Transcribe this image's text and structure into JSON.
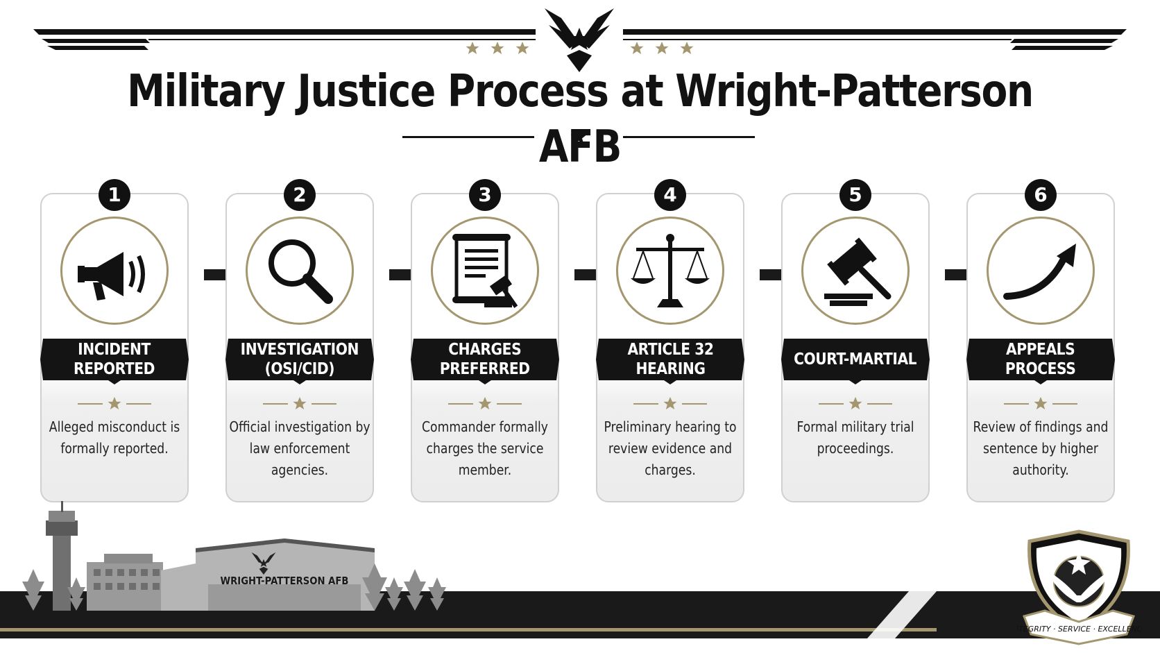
{
  "title": "Military Justice Process at Wright-Patterson AFB",
  "colors": {
    "accent_gold": "#a4966e",
    "ink": "#111111",
    "card_border": "#d0d0d0"
  },
  "header": {
    "logo_icon": "air-force-wings-icon",
    "star_icon": "star-icon"
  },
  "steps": [
    {
      "number": "1",
      "title": "INCIDENT REPORTED",
      "title_lines": "INCIDENT\nREPORTED",
      "icon": "megaphone-icon",
      "description": "Alleged misconduct is formally reported."
    },
    {
      "number": "2",
      "title": "INVESTIGATION (OSI/CID)",
      "title_lines": "INVESTIGATION\n(OSI/CID)",
      "icon": "magnifying-glass-icon",
      "description": "Official investigation by law enforcement agencies."
    },
    {
      "number": "3",
      "title": "CHARGES PREFERRED",
      "title_lines": "CHARGES\nPREFERRED",
      "icon": "charge-document-gavel-icon",
      "description": "Commander formally charges the service member."
    },
    {
      "number": "4",
      "title": "ARTICLE 32 HEARING",
      "title_lines": "ARTICLE 32\nHEARING",
      "icon": "scales-of-justice-icon",
      "description": "Preliminary hearing to review evidence and charges."
    },
    {
      "number": "5",
      "title": "COURT-MARTIAL",
      "title_lines": "COURT-MARTIAL",
      "icon": "gavel-icon",
      "description": "Formal military trial proceedings."
    },
    {
      "number": "6",
      "title": "APPEALS PROCESS",
      "title_lines": "APPEALS\nPROCESS",
      "icon": "curved-up-arrow-icon",
      "description": "Review of findings and sentence by higher authority."
    }
  ],
  "footer": {
    "base_sign": "WRIGHT-PATTERSON AFB",
    "crest_motto": "INTEGRITY · SERVICE · EXCELLENCE",
    "crest_icon": "air-force-crest-icon"
  }
}
